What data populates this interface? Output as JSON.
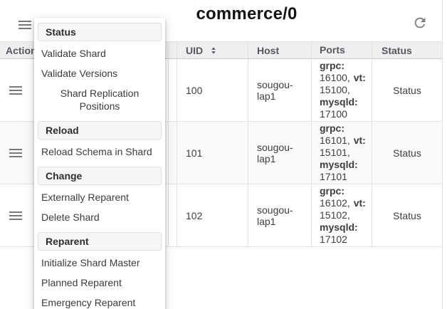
{
  "toolbar": {
    "title": "commerce/0"
  },
  "table": {
    "columns": [
      "Actions",
      "",
      "UID",
      "Host",
      "Ports",
      "Status"
    ],
    "sorted_column": "UID",
    "rows": [
      {
        "uid": "100",
        "host": "sougou-lap1",
        "ports_parts": [
          "grpc:",
          " 16100, ",
          "vt:",
          " 15100, ",
          "mysqld:",
          " 17100"
        ],
        "status": "Status"
      },
      {
        "uid": "101",
        "host": "sougou-lap1",
        "ports_parts": [
          "grpc:",
          " 16101, ",
          "vt:",
          " 15101, ",
          "mysqld:",
          " 17101"
        ],
        "status": "Status"
      },
      {
        "uid": "102",
        "host": "sougou-lap1",
        "ports_parts": [
          "grpc:",
          " 16102, ",
          "vt:",
          " 15102, ",
          "mysqld:",
          " 17102"
        ],
        "status": "Status"
      }
    ]
  },
  "menu": {
    "sections": [
      {
        "header": "Status",
        "items": [
          "Validate Shard",
          "Validate Versions",
          "Shard Replication Positions"
        ]
      },
      {
        "header": "Reload",
        "items": [
          "Reload Schema in Shard"
        ]
      },
      {
        "header": "Change",
        "items": [
          "Externally Reparent",
          "Delete Shard"
        ]
      },
      {
        "header": "Reparent",
        "items": [
          "Initialize Shard Master",
          "Planned Reparent",
          "Emergency Reparent"
        ]
      }
    ]
  },
  "colors": {
    "header_bg": "#efeff1",
    "row_alt_bg": "#fafafa",
    "border": "#e3e3e5",
    "icon_gray": "#7a7d80"
  }
}
